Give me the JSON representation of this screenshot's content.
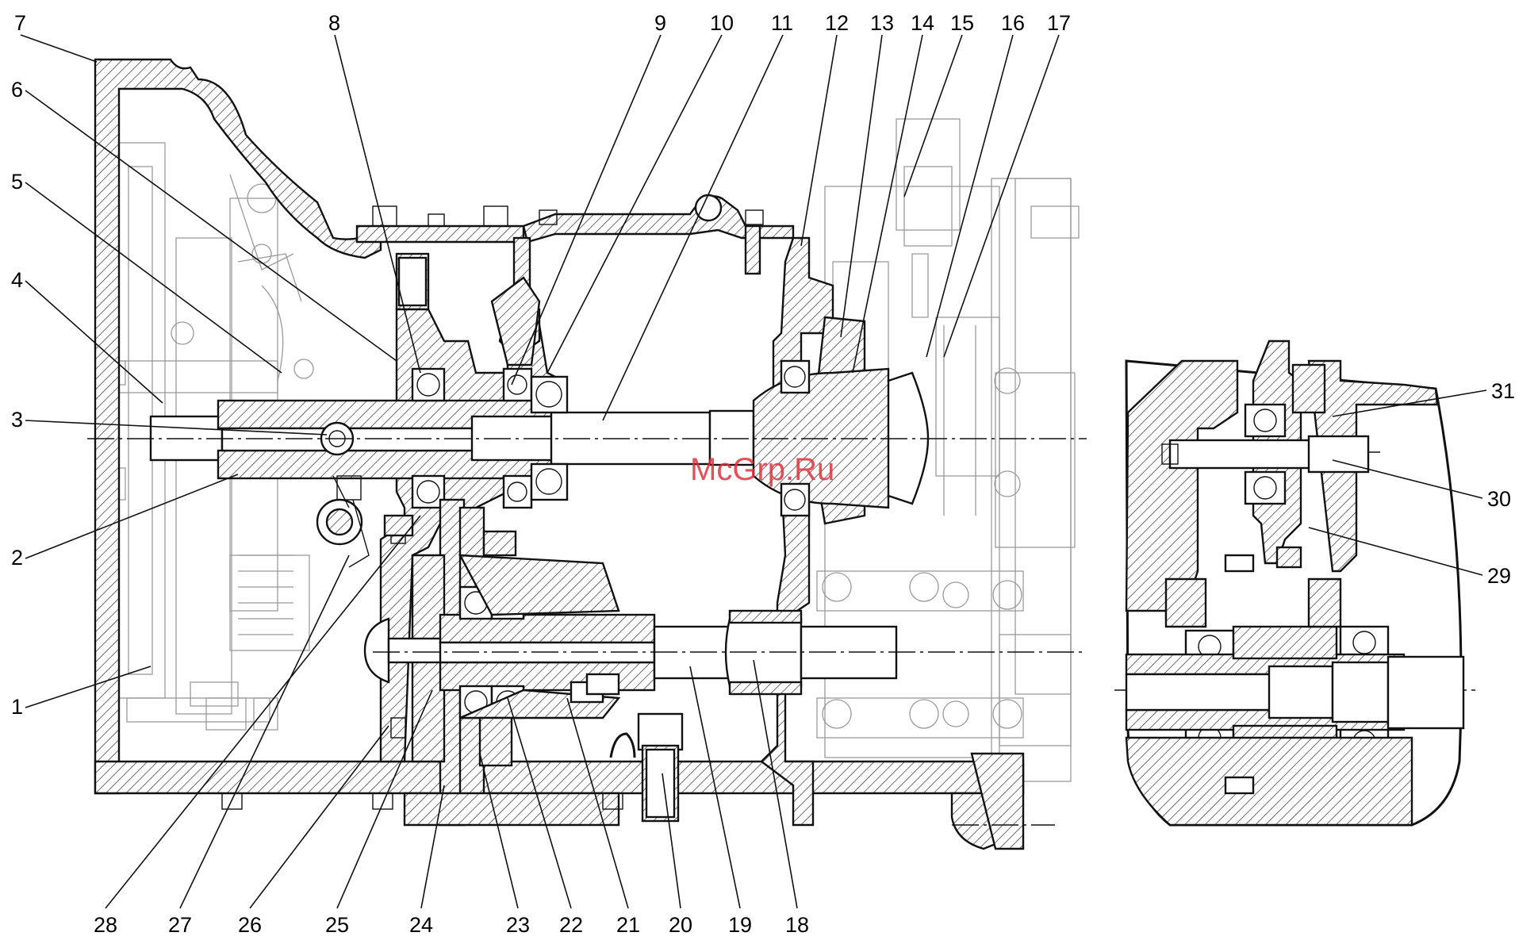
{
  "diagram": {
    "watermark": "McGrp.Ru",
    "callouts": [
      "1",
      "2",
      "3",
      "4",
      "5",
      "6",
      "7",
      "8",
      "9",
      "10",
      "11",
      "12",
      "13",
      "14",
      "15",
      "16",
      "17",
      "18",
      "19",
      "20",
      "21",
      "22",
      "23",
      "24",
      "25",
      "26",
      "27",
      "28",
      "29",
      "30",
      "31"
    ]
  }
}
